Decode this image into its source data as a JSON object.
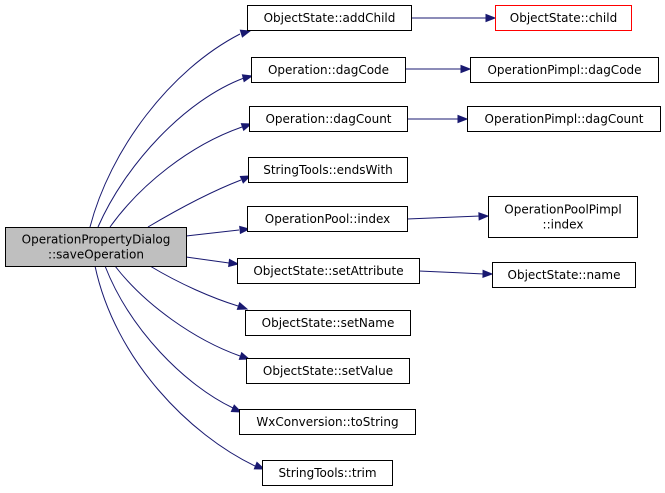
{
  "diagram": {
    "type": "call-graph",
    "colors": {
      "edge": "#191970",
      "root_fill": "#bfbfbf",
      "node_fill": "#ffffff",
      "node_stroke": "#000000",
      "undocumented_stroke": "#ff0000"
    },
    "nodes": {
      "root": {
        "lines": [
          "OperationPropertyDialog",
          "::saveOperation"
        ]
      },
      "addChild": {
        "lines": [
          "ObjectState::addChild"
        ]
      },
      "child": {
        "lines": [
          "ObjectState::child"
        ]
      },
      "dagCode": {
        "lines": [
          "Operation::dagCode"
        ]
      },
      "pimplDagCode": {
        "lines": [
          "OperationPimpl::dagCode"
        ]
      },
      "dagCount": {
        "lines": [
          "Operation::dagCount"
        ]
      },
      "pimplDagCount": {
        "lines": [
          "OperationPimpl::dagCount"
        ]
      },
      "endsWith": {
        "lines": [
          "StringTools::endsWith"
        ]
      },
      "poolIndex": {
        "lines": [
          "OperationPool::index"
        ]
      },
      "poolPimplIndex": {
        "lines": [
          "OperationPoolPimpl",
          "::index"
        ]
      },
      "setAttribute": {
        "lines": [
          "ObjectState::setAttribute"
        ]
      },
      "name": {
        "lines": [
          "ObjectState::name"
        ]
      },
      "setName": {
        "lines": [
          "ObjectState::setName"
        ]
      },
      "setValue": {
        "lines": [
          "ObjectState::setValue"
        ]
      },
      "toString": {
        "lines": [
          "WxConversion::toString"
        ]
      },
      "trim": {
        "lines": [
          "StringTools::trim"
        ]
      }
    },
    "edges": [
      [
        "root",
        "addChild"
      ],
      [
        "root",
        "dagCode"
      ],
      [
        "root",
        "dagCount"
      ],
      [
        "root",
        "endsWith"
      ],
      [
        "root",
        "poolIndex"
      ],
      [
        "root",
        "setAttribute"
      ],
      [
        "root",
        "setName"
      ],
      [
        "root",
        "setValue"
      ],
      [
        "root",
        "toString"
      ],
      [
        "root",
        "trim"
      ],
      [
        "addChild",
        "child"
      ],
      [
        "dagCode",
        "pimplDagCode"
      ],
      [
        "dagCount",
        "pimplDagCount"
      ],
      [
        "poolIndex",
        "poolPimplIndex"
      ],
      [
        "setAttribute",
        "name"
      ]
    ]
  }
}
